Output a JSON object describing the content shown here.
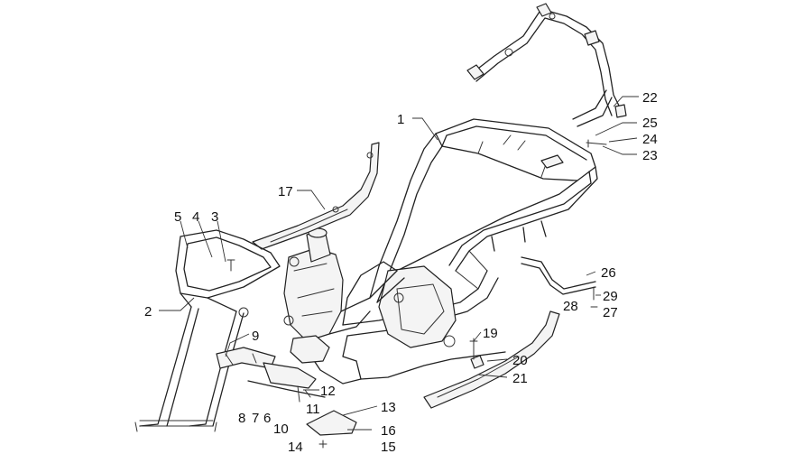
{
  "diagram": {
    "labels": [
      {
        "num": "1"
      },
      {
        "num": "2"
      },
      {
        "num": "3"
      },
      {
        "num": "4"
      },
      {
        "num": "5"
      },
      {
        "num": "6"
      },
      {
        "num": "7"
      },
      {
        "num": "8"
      },
      {
        "num": "9"
      },
      {
        "num": "10"
      },
      {
        "num": "11"
      },
      {
        "num": "12"
      },
      {
        "num": "13"
      },
      {
        "num": "14"
      },
      {
        "num": "15"
      },
      {
        "num": "16"
      },
      {
        "num": "17"
      },
      {
        "num": "19"
      },
      {
        "num": "20"
      },
      {
        "num": "21"
      },
      {
        "num": "22"
      },
      {
        "num": "23"
      },
      {
        "num": "24"
      },
      {
        "num": "25"
      },
      {
        "num": "26"
      },
      {
        "num": "27"
      },
      {
        "num": "28"
      },
      {
        "num": "29"
      }
    ]
  }
}
